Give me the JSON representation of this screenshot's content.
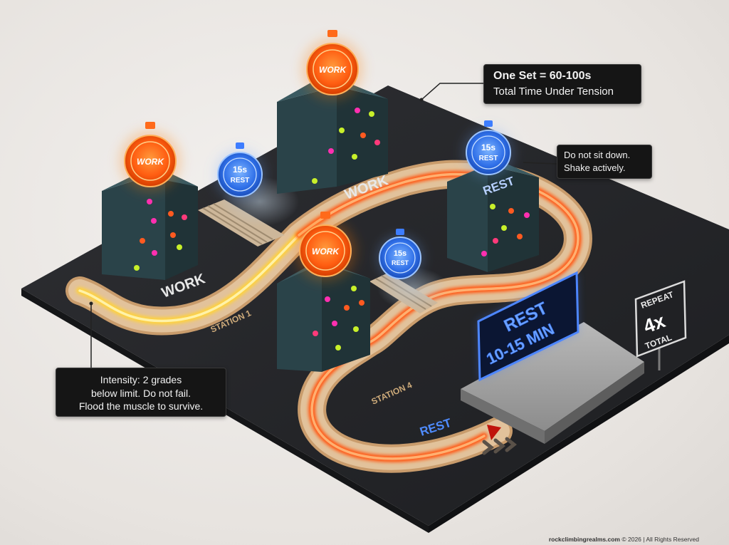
{
  "stations": {
    "s1_work_label": "WORK",
    "s2_work_label": "WORK",
    "s4_rest_label": "REST",
    "station1": "STATION 1",
    "station4": "STATION 4",
    "path_rest_label": "REST"
  },
  "timers": {
    "work": "WORK",
    "rest_value": "15s",
    "rest_word": "REST"
  },
  "neon_sign": {
    "line1": "REST",
    "line2": "10-15 MIN"
  },
  "repeat_sign": {
    "top": "REPEAT",
    "big": "4x",
    "bottom": "TOTAL"
  },
  "callouts": {
    "set_title": "One Set = 60-100s",
    "set_sub": "Total Time Under Tension",
    "rest_line1": "Do not sit down.",
    "rest_line2": "Shake actively.",
    "intensity_line1": "Intensity: 2 grades",
    "intensity_line2": "below limit. Do not fail.",
    "intensity_line3": "Flood the muscle to survive."
  },
  "footer": {
    "site": "rockclimbingrealms.com",
    "rest": "© 2026 | All Rights Reserved"
  },
  "colors": {
    "work_orange": "#ff6a1a",
    "rest_blue": "#3d7dff",
    "board_dark": "#25262a",
    "wall_teal": "#2e4f56",
    "path_wood": "#dcb98f"
  }
}
